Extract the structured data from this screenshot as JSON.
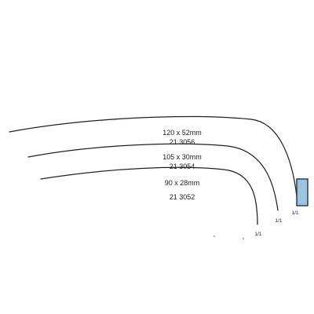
{
  "instruments": [
    {
      "size": "120 x 52mm",
      "code": "21 3056",
      "tip_mark": "1/1"
    },
    {
      "size": "105 x 30mm",
      "code": "21 3054",
      "tip_mark": "1/1"
    },
    {
      "size": "90 x 28mm",
      "code": "21 3052",
      "tip_mark": "1/1"
    }
  ],
  "colors": {
    "line": "#222222",
    "swatch_fill": "#9cc3e0",
    "swatch_border": "#2a3d55"
  }
}
